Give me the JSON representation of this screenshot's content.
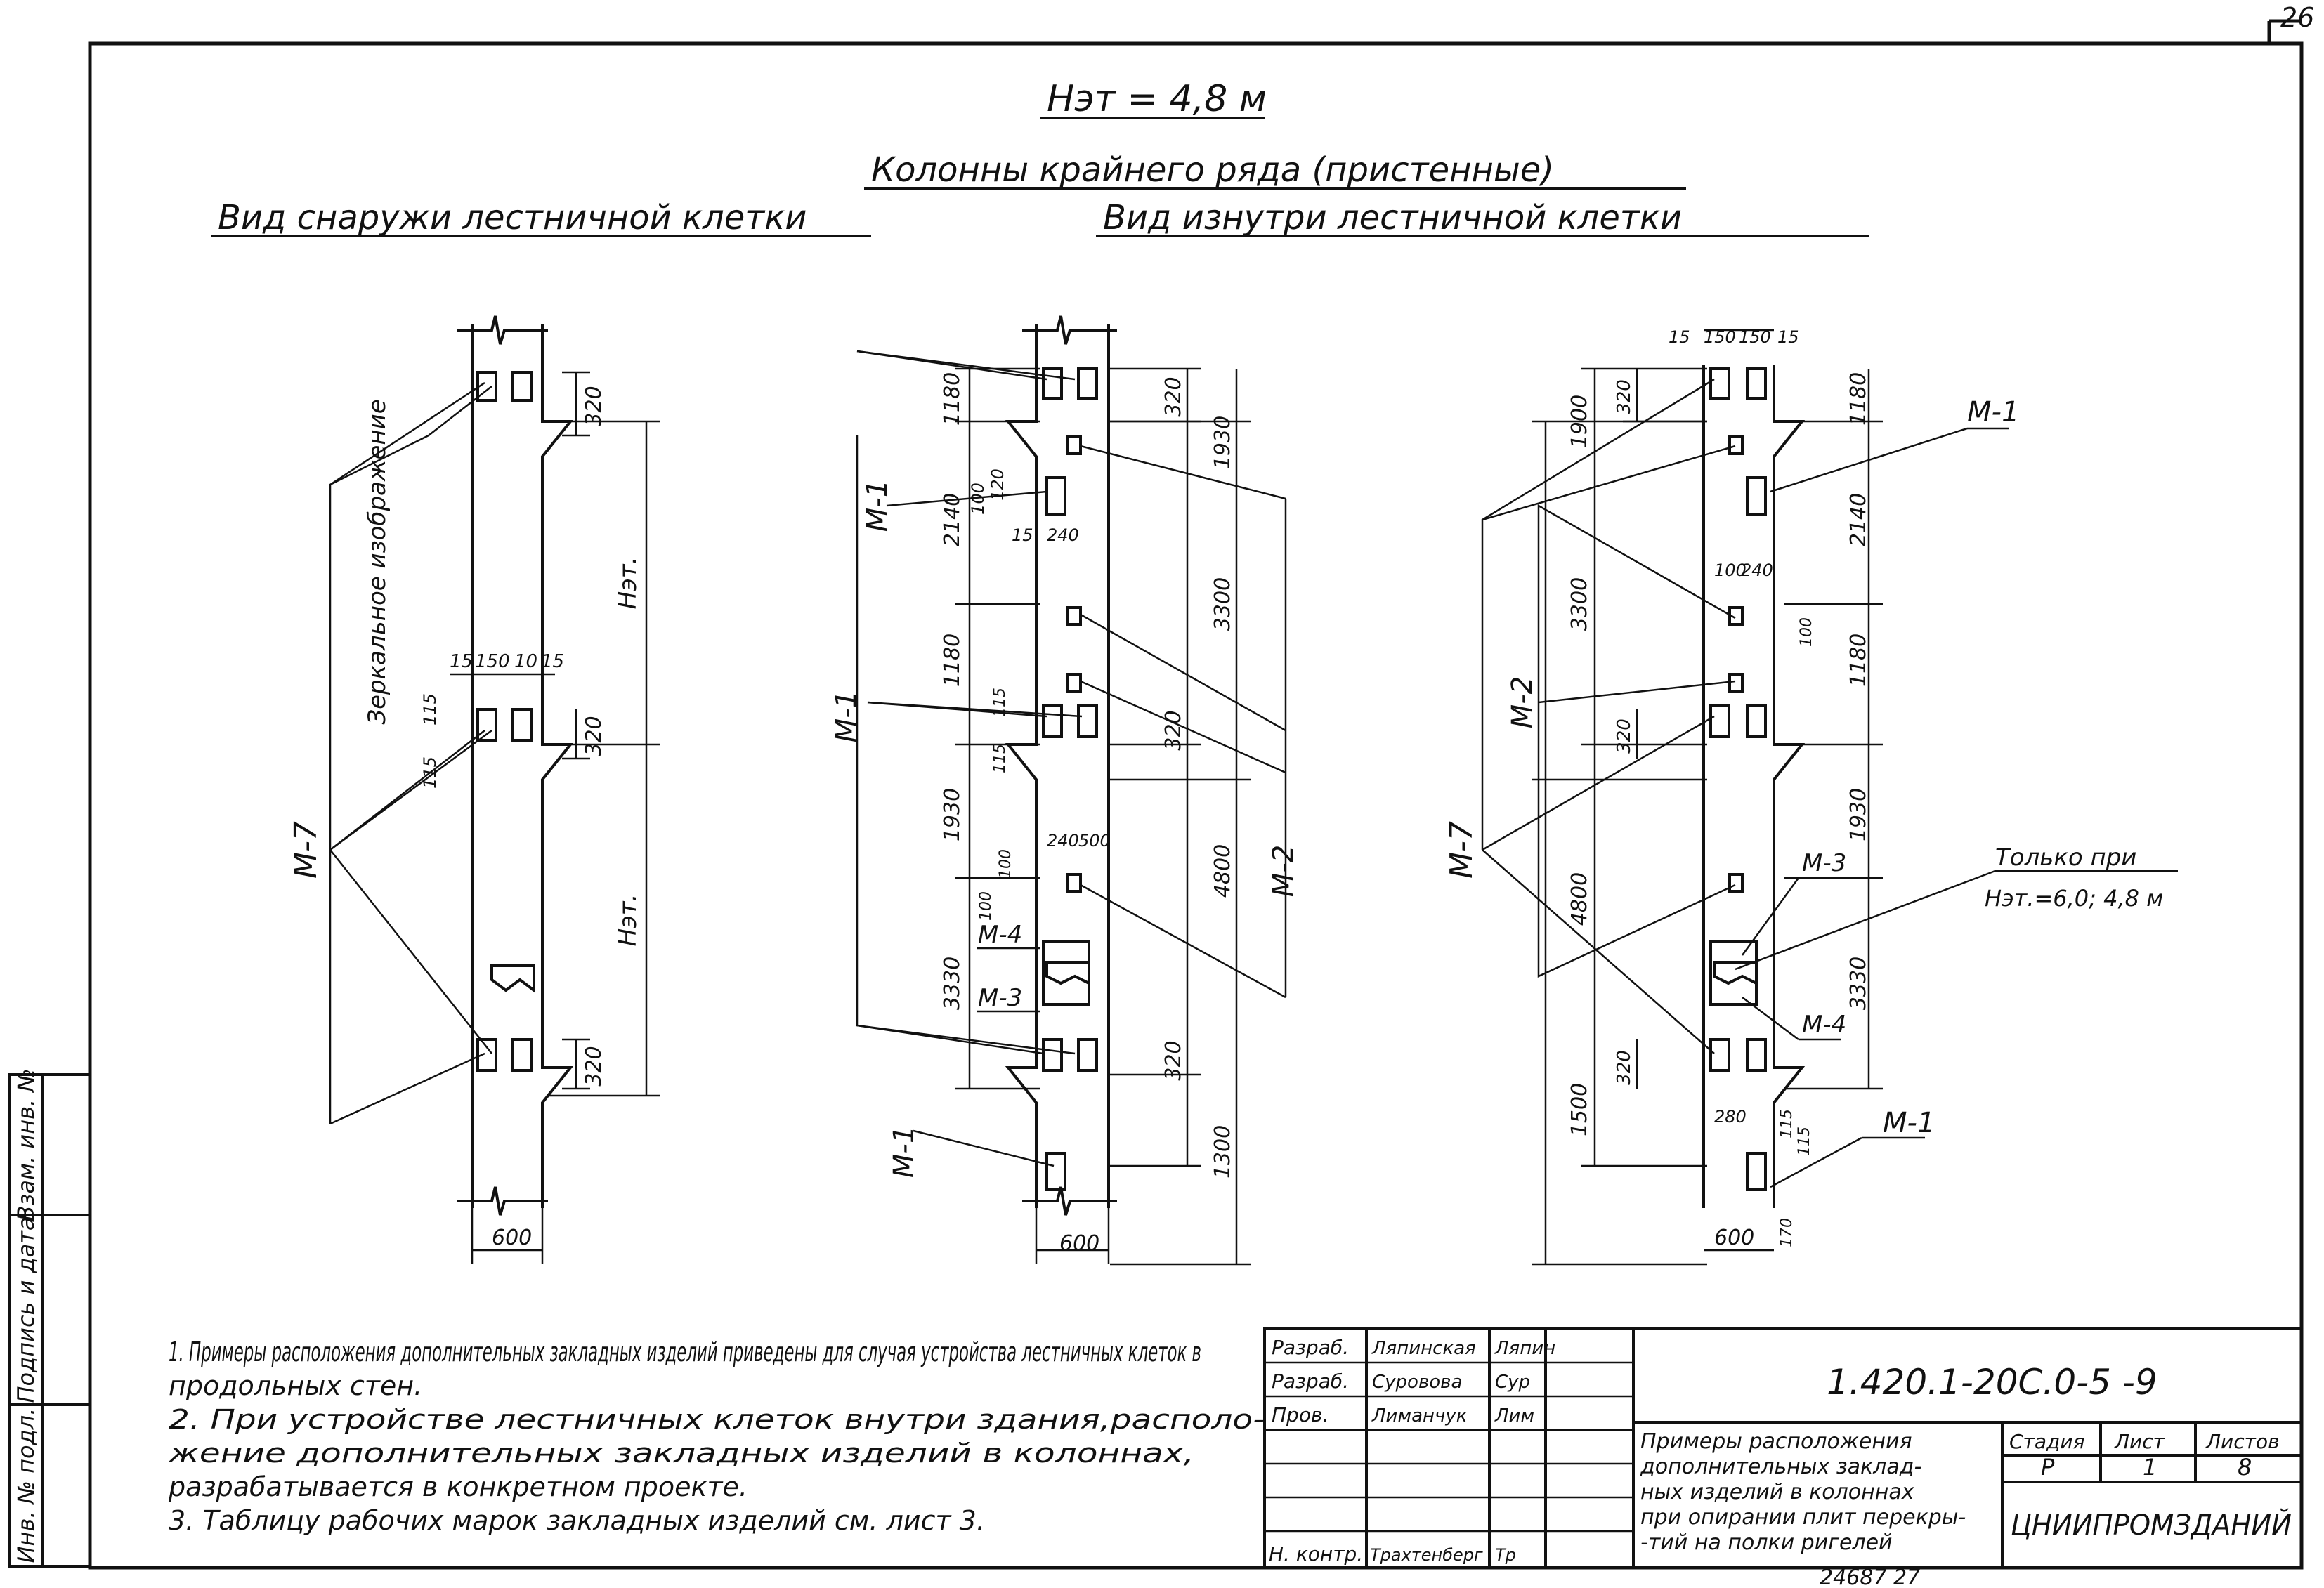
{
  "sheet": {
    "page_number": "26",
    "title_height": "Нэт = 4,8 м",
    "title_row": "Колонны крайнего ряда (пристенные)",
    "subtitle_left": "Вид снаружи лестничной клетки",
    "subtitle_right": "Вид изнутри лестничной клетки"
  },
  "left_view": {
    "mirror_label": "Зеркальное изображение",
    "mark_label": "М-7",
    "dims": {
      "top": "320",
      "mid": "320",
      "bottom": "320",
      "het1": "Нэт.",
      "het2": "Нэт.",
      "width": "600",
      "insert_d1": "15",
      "insert_d2": "150",
      "insert_d3": "10",
      "insert_d4": "15",
      "small_a": "115",
      "small_b": "115"
    }
  },
  "middle_view": {
    "marks": {
      "m1_top": "М-1",
      "m1_mid": "М-1",
      "m4": "М-4",
      "m3": "М-3",
      "m1_bottom": "М-1",
      "m2": "М-2"
    },
    "dims": {
      "d1180a": "1180",
      "d2140": "2140",
      "d1180b": "1180",
      "d1930": "1930",
      "d3330": "3330",
      "d320a": "320",
      "d1930r": "1930",
      "d3300": "3300",
      "d4800": "4800",
      "d320b": "320",
      "d320c": "320",
      "d1300": "1300",
      "d100a": "100",
      "d120": "120",
      "d15a": "15",
      "d240": "240",
      "d115a": "115",
      "d115b": "115",
      "d240b": "240",
      "d500": "500",
      "d100b": "100",
      "d100c": "100",
      "width": "600"
    }
  },
  "right_view": {
    "marks": {
      "m1_top": "М-1",
      "m2": "М-2",
      "m7": "М-7",
      "m3": "М-3",
      "m4": "М-4",
      "m1_bottom": "М-1"
    },
    "note_only": "Только при",
    "note_values": "Нэт.=6,0; 4,8 м",
    "dims": {
      "t15a": "15",
      "t150a": "150",
      "t150b": "150",
      "t15b": "15",
      "d320a": "320",
      "d1900": "1900",
      "d1180a": "1180",
      "d2140": "2140",
      "d100": "100",
      "d240": "240",
      "d100b": "100",
      "d3300": "3300",
      "d1180b": "1180",
      "d320b": "320",
      "d1930": "1930",
      "d4800": "4800",
      "d3330": "3330",
      "d1500": "1500",
      "d320c": "320",
      "d280": "280",
      "d115a": "115",
      "d115b": "115",
      "d170": "170",
      "width": "600"
    }
  },
  "notes": [
    "1. Примеры расположения дополнительных закладных изделий приведены для случая устройства лестничных клеток в",
    "продольных стен.",
    "2. При устройстве лестничных клеток внутри здания,располо-",
    "жение дополнительных закладных изделий в колоннах,",
    "разрабатывается в конкретном проекте.",
    "3. Таблицу рабочих марок закладных изделий см. лист 3."
  ],
  "side_stamp": [
    "Инв. № подл.",
    "Подпись и дата",
    "Взам. инв. №"
  ],
  "title_block": {
    "rows": [
      {
        "role": "Разраб.",
        "name": "Ляпинская",
        "sign": "Ляпин"
      },
      {
        "role": "Разраб.",
        "name": "Суровова",
        "sign": "Сур"
      },
      {
        "role": "Пров.",
        "name": "Лиманчук",
        "sign": "Лим"
      },
      {
        "role": "",
        "name": "",
        "sign": ""
      },
      {
        "role": "",
        "name": "",
        "sign": ""
      },
      {
        "role": "",
        "name": "",
        "sign": ""
      },
      {
        "role": "Н. контр.",
        "name": "Трахтенберг",
        "sign": "Тр"
      }
    ],
    "doc_code": "1.420.1-20С.0-5 -9",
    "doc_title": "Примеры расположения дополнительных закладных изделий в колоннах при опирании плит перекрытий на полки ригелей",
    "doc_title_lines": [
      "Примеры расположения",
      "дополнительных заклад-",
      "ных изделий в колоннах",
      "при опирании плит перекры-",
      "-тий на полки ригелей"
    ],
    "stage_header": "Стадия",
    "sheet_header": "Лист",
    "sheets_header": "Листов",
    "stage": "Р",
    "sheet": "1",
    "sheets": "8",
    "org": "ЦНИИПРОМЗДАНИЙ",
    "archive": "24687  27"
  }
}
